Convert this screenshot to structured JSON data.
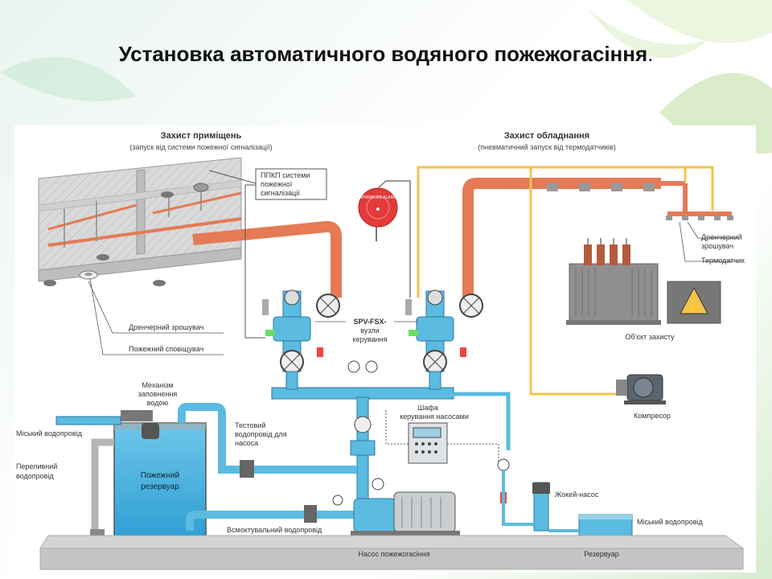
{
  "slide": {
    "title": "Установка автоматичного водяного пожежогасіння",
    "title_dot": "."
  },
  "diagram": {
    "section_rooms_title": "Захист приміщень",
    "section_rooms_sub": "(запуск від системи пожежної сигналізації)",
    "section_equipment_title": "Захист обладнання",
    "section_equipment_sub": "(пневматичний запуск від термодатчиків)",
    "ppkp_line1": "ППКП системи",
    "ppkp_line2": "пожежної",
    "ppkp_line3": "сигналізації",
    "drencher_sprinkler": "Дренчерний зрошувач",
    "fire_detector": "Пожежний сповіщувач",
    "bell_text": "SPRINKLER ALARM",
    "control_units_line1": "SPV-FSX-",
    "control_units_line2": "вузли",
    "control_units_line3": "керування",
    "drencher_right_line1": "Дренчерний",
    "drencher_right_line2": "зрошувач",
    "thermo_sensor": "Термодатчик",
    "protected_object": "Об’єкт захисту",
    "compressor": "Компресор",
    "fill_mechanism_line1": "Механізм",
    "fill_mechanism_line2": "заповнення",
    "fill_mechanism_line3": "водою",
    "city_water_left": "Міський водопровід",
    "overflow_line1": "Переливний",
    "overflow_line2": "водопровід",
    "tank_line1": "Пожежний",
    "tank_line2": "резервуар",
    "test_pipe_line1": "Тестовий",
    "test_pipe_line2": "водопровід для",
    "test_pipe_line3": "насоса",
    "pump_cabinet_line1": "Шафа",
    "pump_cabinet_line2": "керування насосами",
    "jockey_pump": "Жокей-насос",
    "city_water_right": "Міський водопровід",
    "suction_pipe": "Всмоктувальний водопровід",
    "fire_pump": "Насос пожежогасіння",
    "reservoir": "Резервуар"
  },
  "colors": {
    "pipe_red": "#e57a55",
    "pipe_blue": "#5bbbe0",
    "air_yellow": "#f2c44b",
    "tank_blue": "#5fbde6",
    "concrete": "#c9c9c9"
  }
}
